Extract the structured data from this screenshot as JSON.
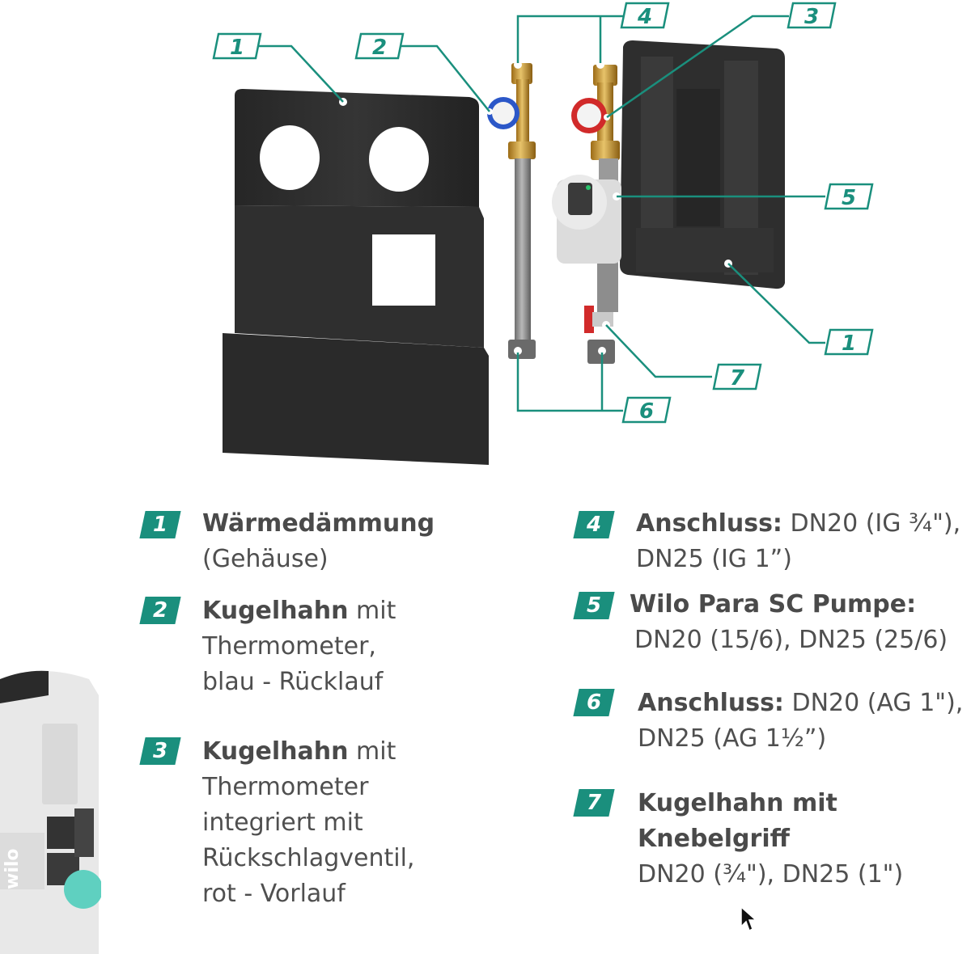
{
  "callouts": {
    "c1_top": "1",
    "c2": "2",
    "c3": "3",
    "c4": "4",
    "c5": "5",
    "c1_right": "1",
    "c7": "7",
    "c6": "6"
  },
  "pump_brand": "wilo",
  "legend": [
    {
      "num": "1",
      "title": "Wärmedämmung",
      "rest": "",
      "lines": [
        "(Gehäuse)"
      ]
    },
    {
      "num": "2",
      "title": "Kugelhahn",
      "rest": " mit",
      "lines": [
        "Thermometer,",
        "blau - Rücklauf"
      ]
    },
    {
      "num": "3",
      "title": "Kugelhahn",
      "rest": " mit",
      "lines": [
        "Thermometer",
        "integriert mit",
        "Rückschlagventil,",
        "rot - Vorlauf"
      ]
    },
    {
      "num": "4",
      "title": "Anschluss:",
      "rest": " DN20 (IG ¾\"),",
      "lines": [
        "DN25 (IG 1”)"
      ]
    },
    {
      "num": "5",
      "title": "Wilo Para SC Pumpe:",
      "rest": "",
      "lines": [
        "DN20 (15/6), DN25 (25/6)"
      ]
    },
    {
      "num": "6",
      "title": "Anschluss:",
      "rest": " DN20 (AG 1\"),",
      "lines": [
        "DN25 (AG 1½”)"
      ]
    },
    {
      "num": "7",
      "title": "Kugelhahn mit",
      "rest": "",
      "lines": [
        "Knebelgriff",
        "DN20 (¾\"), DN25 (1\")"
      ]
    }
  ],
  "colors": {
    "accent": "#1a8f7d",
    "foam": "#2b2b2b",
    "brass": "#c9962e",
    "blue_valve": "#2b57c8",
    "red_valve": "#d12a2a"
  }
}
